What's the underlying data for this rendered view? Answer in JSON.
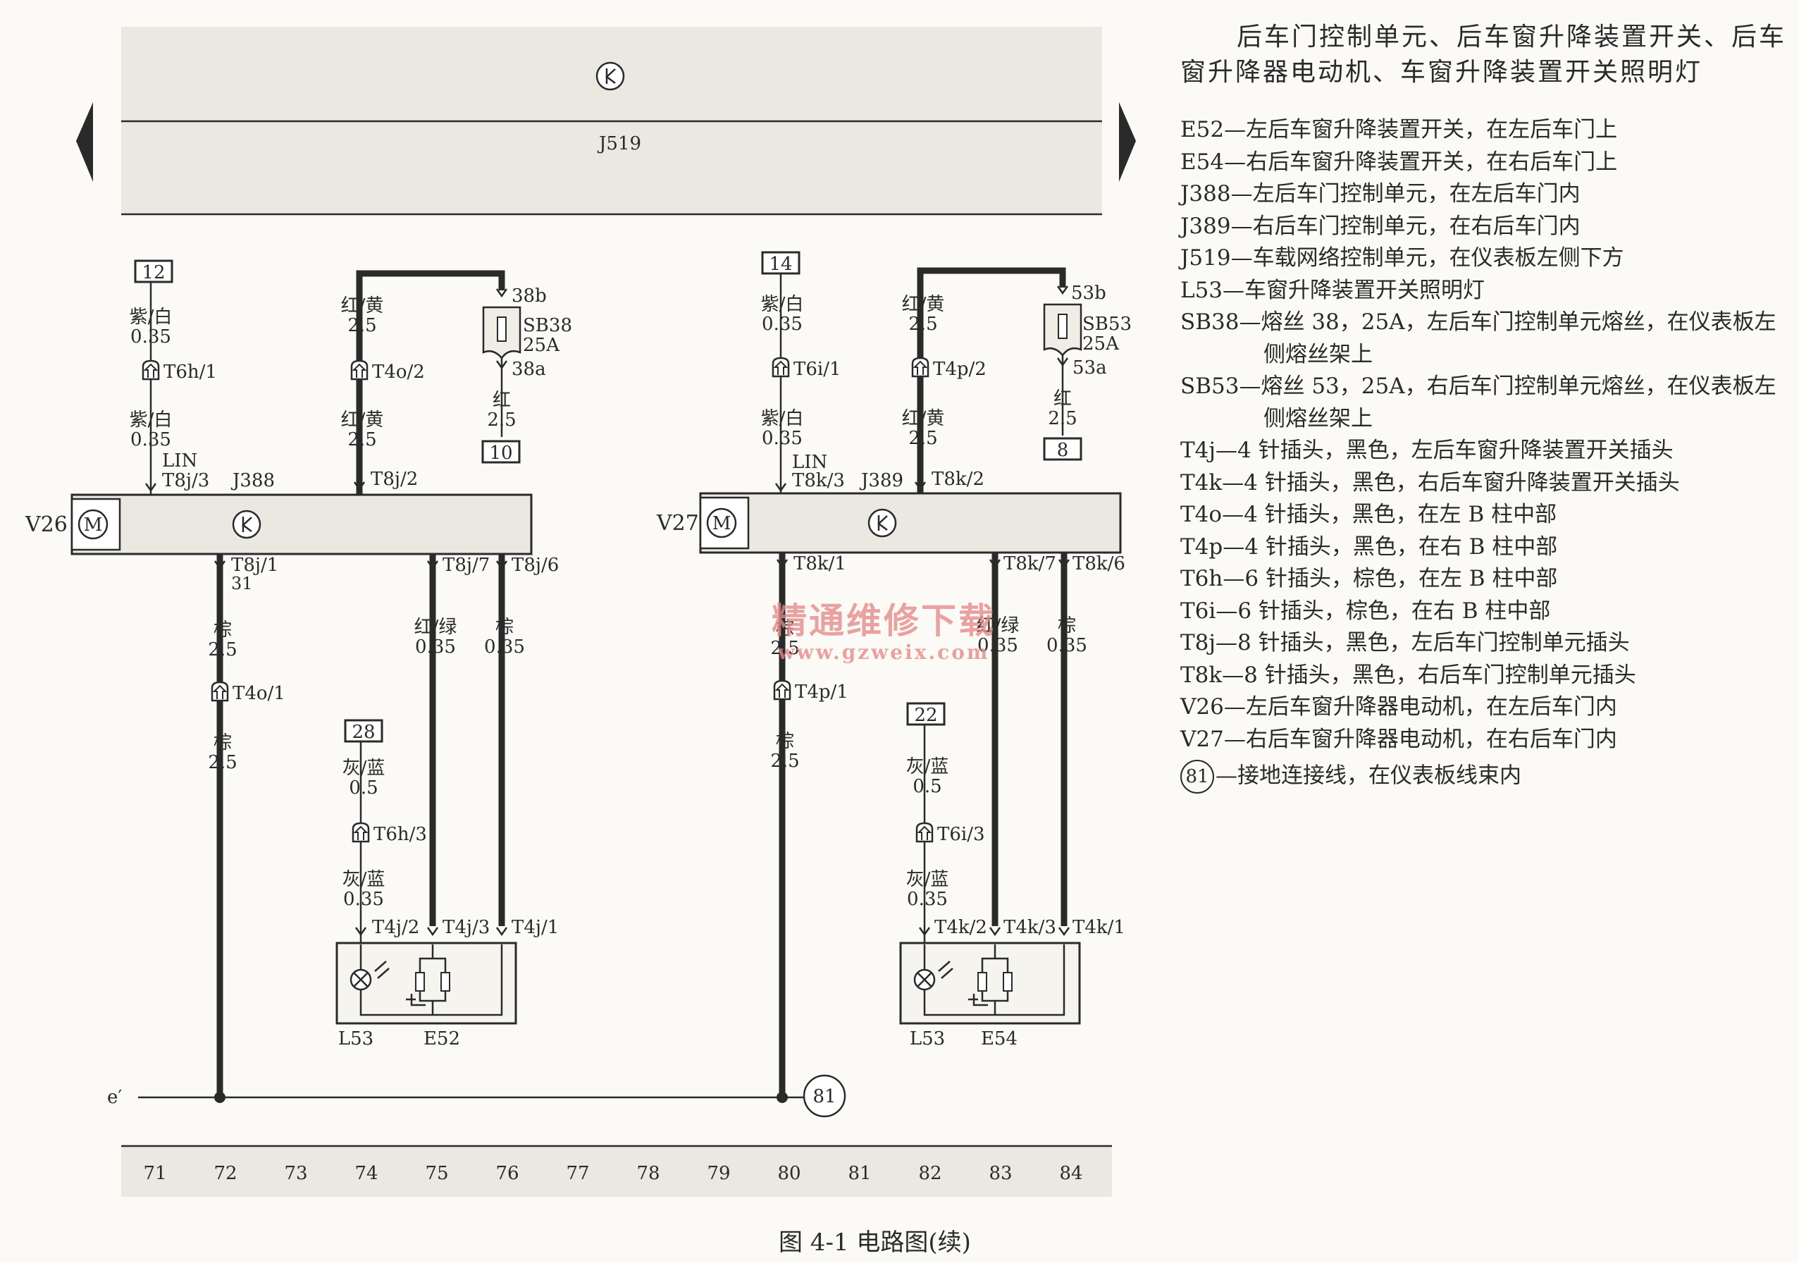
{
  "legend": {
    "title": "后车门控制单元、后车窗升降装置开关、后车窗升降器电动机、车窗升降装置开关照明灯",
    "entries": [
      "E52—左后车窗升降装置开关，在左后车门上",
      "E54—右后车窗升降装置开关，在右后车门上",
      "J388—左后车门控制单元，在左后车门内",
      "J389—右后车门控制单元，在右后车门内",
      "J519—车载网络控制单元，在仪表板左侧下方",
      "L53—车窗升降装置开关照明灯",
      "SB38—熔丝 38，25A，左后车门控制单元熔丝，在仪表板左侧熔丝架上",
      "SB53—熔丝 53，25A，右后车门控制单元熔丝，在仪表板左侧熔丝架上",
      "T4j—4 针插头，黑色，左后车窗升降装置开关插头",
      "T4k—4 针插头，黑色，右后车窗升降装置开关插头",
      "T4o—4 针插头，黑色，在左 B 柱中部",
      "T4p—4 针插头，黑色，在右 B 柱中部",
      "T6h—6 针插头，棕色，在左 B 柱中部",
      "T6i—6 针插头，棕色，在右 B 柱中部",
      "T8j—8 针插头，黑色，左后车门控制单元插头",
      "T8k—8 针插头，黑色，右后车门控制单元插头",
      "V26—左后车窗升降器电动机，在左后车门内",
      "V27—右后车窗升降器电动机，在右后车门内"
    ],
    "ground_entry": {
      "id": "81",
      "text": "—接地连接线，在仪表板线束内"
    }
  },
  "caption": "图 4-1    电路图(续)",
  "watermark": {
    "line1": "精通维修下载",
    "line2": "www.gzweix.com"
  },
  "diagram": {
    "top_unit": "J519",
    "k_symbol": "K",
    "motor_symbol": "M",
    "ground_bus": "e′",
    "ground_node": "81",
    "track_numbers": [
      "71",
      "72",
      "73",
      "74",
      "75",
      "76",
      "77",
      "78",
      "79",
      "80",
      "81",
      "82",
      "83",
      "84"
    ],
    "left": {
      "unit": "J388",
      "motor": "V26",
      "lin_wire": {
        "ref": "12",
        "color1": "紫/白",
        "size1": "0.35",
        "conn": "T6h/1",
        "color2": "紫/白",
        "size2": "0.35",
        "bus": "LIN",
        "pin": "T8j/3"
      },
      "power": {
        "color1": "红/黄",
        "size1": "2.5",
        "conn": "T4o/2",
        "color2": "红/黄",
        "size2": "2.5",
        "pin": "T8j/2"
      },
      "fuse": {
        "top": "38b",
        "name": "SB38",
        "rating": "25A",
        "bottom": "38a",
        "color": "红",
        "size": "2.5",
        "ref": "10"
      },
      "ground_wire": {
        "pin": "T8j/1",
        "num": "31",
        "color1": "棕",
        "size1": "2.5",
        "conn": "T4o/1",
        "color2": "棕",
        "size2": "2.5"
      },
      "w7": {
        "pin": "T8j/7",
        "color": "红/绿",
        "size": "0.35"
      },
      "w6": {
        "pin": "T8j/6",
        "color": "棕",
        "size": "0.35"
      },
      "light_wire": {
        "ref": "28",
        "color1": "灰/蓝",
        "size1": "0.5",
        "conn": "T6h/3",
        "color2": "灰/蓝",
        "size2": "0.35"
      },
      "switch_pins": [
        "T4j/2",
        "T4j/3",
        "T4j/1"
      ],
      "lamp": "L53",
      "switch": "E52"
    },
    "right": {
      "unit": "J389",
      "motor": "V27",
      "lin_wire": {
        "ref": "14",
        "color1": "紫/白",
        "size1": "0.35",
        "conn": "T6i/1",
        "color2": "紫/白",
        "size2": "0.35",
        "bus": "LIN",
        "pin": "T8k/3"
      },
      "power": {
        "color1": "红/黄",
        "size1": "2.5",
        "conn": "T4p/2",
        "color2": "红/黄",
        "size2": "2.5",
        "pin": "T8k/2"
      },
      "fuse": {
        "top": "53b",
        "name": "SB53",
        "rating": "25A",
        "bottom": "53a",
        "color": "红",
        "size": "2.5",
        "ref": "8"
      },
      "ground_wire": {
        "pin": "T8k/1",
        "num": "",
        "color1": "棕",
        "size1": "2.5",
        "conn": "T4p/1",
        "color2": "棕",
        "size2": "2.5"
      },
      "w7": {
        "pin": "T8k/7",
        "color": "红/绿",
        "size": "0.35"
      },
      "w6": {
        "pin": "T8k/6",
        "color": "棕",
        "size": "0.35"
      },
      "light_wire": {
        "ref": "22",
        "color1": "灰/蓝",
        "size1": "0.5",
        "conn": "T6i/3",
        "color2": "灰/蓝",
        "size2": "0.35"
      },
      "switch_pins": [
        "T4k/2",
        "T4k/3",
        "T4k/1"
      ],
      "lamp": "L53",
      "switch": "E54"
    }
  }
}
